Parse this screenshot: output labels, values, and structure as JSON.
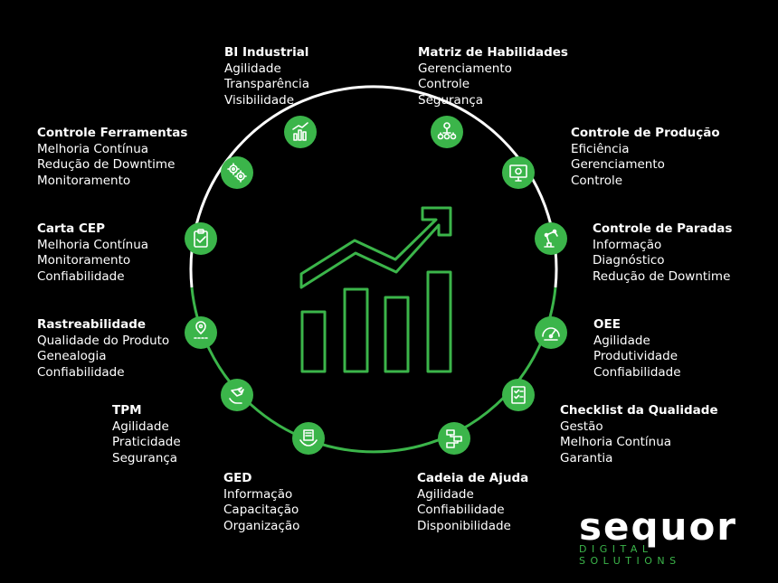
{
  "colors": {
    "accent": "#3bb54a",
    "background": "#000000",
    "ring": "#ffffff",
    "text": "#ffffff"
  },
  "items": [
    {
      "title": "BI Industrial",
      "lines": [
        "Agilidade",
        "Transparência",
        "Visibilidade"
      ],
      "icon": "chart-growth-icon"
    },
    {
      "title": "Matriz de Habilidades",
      "lines": [
        "Gerenciamento",
        "Controle",
        "Segurança"
      ],
      "icon": "team-hierarchy-icon"
    },
    {
      "title": "Controle de Produção",
      "lines": [
        "Eficiência",
        "Gerenciamento",
        "Controle"
      ],
      "icon": "monitor-gear-icon"
    },
    {
      "title": "Controle de Paradas",
      "lines": [
        "Informação",
        "Diagnóstico",
        "Redução de Downtime"
      ],
      "icon": "robot-arm-icon"
    },
    {
      "title": "OEE",
      "lines": [
        "Agilidade",
        "Produtividade",
        "Confiabilidade"
      ],
      "icon": "gauge-icon"
    },
    {
      "title": "Checklist da Qualidade",
      "lines": [
        "Gestão",
        "Melhoria Contínua",
        "Garantia"
      ],
      "icon": "checklist-icon"
    },
    {
      "title": "Cadeia de Ajuda",
      "lines": [
        "Agilidade",
        "Confiabilidade",
        "Disponibilidade"
      ],
      "icon": "flowchart-icon"
    },
    {
      "title": "GED",
      "lines": [
        "Informação",
        "Capacitação",
        "Organização"
      ],
      "icon": "document-hands-icon"
    },
    {
      "title": "TPM",
      "lines": [
        "Agilidade",
        "Praticidade",
        "Segurança"
      ],
      "icon": "wrench-hand-icon"
    },
    {
      "title": "Rastreabilidade",
      "lines": [
        "Qualidade do Produto",
        "Genealogia",
        "Confiabilidade"
      ],
      "icon": "location-pin-path-icon"
    },
    {
      "title": "Carta CEP",
      "lines": [
        "Melhoria Contínua",
        "Monitoramento",
        "Confiabilidade"
      ],
      "icon": "clipboard-check-icon"
    },
    {
      "title": "Controle Ferramentas",
      "lines": [
        "Melhoria Contínua",
        "Redução de Downtime",
        "Monitoramento"
      ],
      "icon": "gears-icon"
    }
  ],
  "center_icon": "growth-bar-chart-icon",
  "logo": {
    "name": "sequor",
    "tagline": "DIGITAL SOLUTIONS"
  }
}
